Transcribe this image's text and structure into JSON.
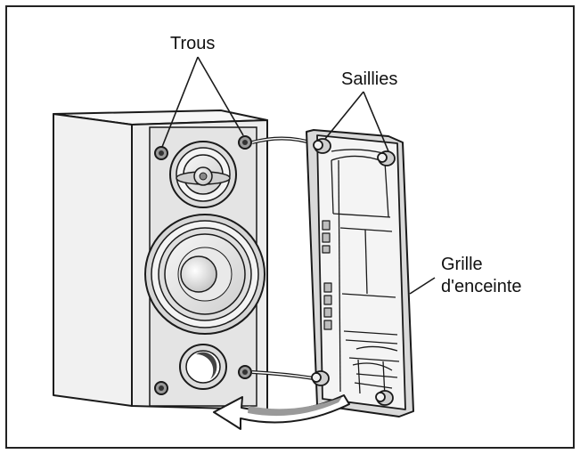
{
  "labels": {
    "holes": "Trous",
    "protrusions": "Saillies",
    "grille_line1": "Grille",
    "grille_line2": "d'enceinte"
  },
  "colors": {
    "ink": "#1a1a1a",
    "panel_light": "#f2f2f2",
    "panel_mid": "#e3e3e3",
    "panel_dark": "#c9c9c9"
  }
}
